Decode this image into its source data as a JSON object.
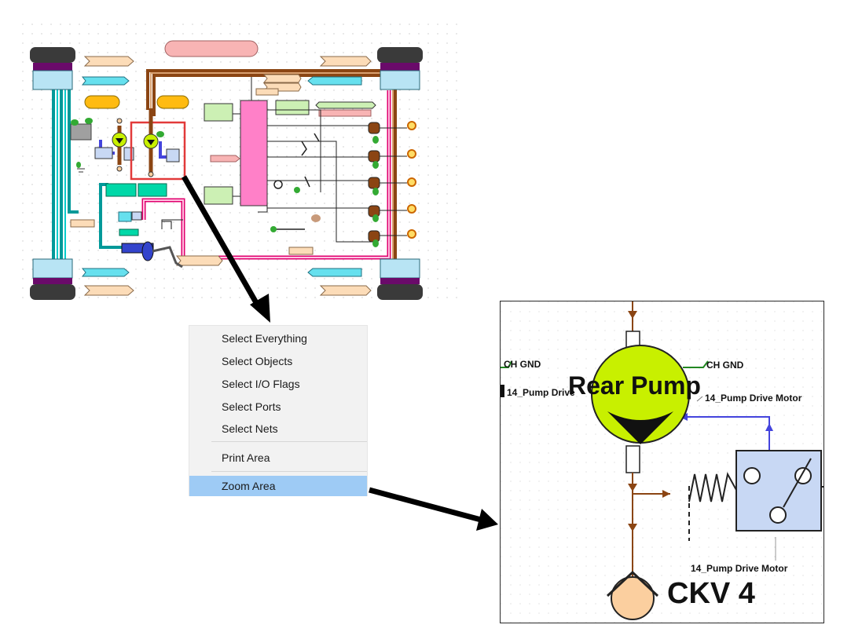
{
  "overview": {
    "icons": [
      "wheel-icon",
      "pump-icon",
      "valve-icon",
      "battery-icon",
      "ground-icon",
      "motor-icon",
      "lamp-icon",
      "switch-icon",
      "pedal-icon",
      "connector-icon",
      "flag-icon"
    ],
    "colors": {
      "hydraulic": "#8b4513",
      "pressure": "#e0006e",
      "cyan_line": "#009999",
      "frame": "#000000",
      "highlight_box": "#e23a3a",
      "controller": "#ff80c8",
      "module_green": "#ccf0b4",
      "module_teal": "#00d8a8",
      "flag_peach": "#fcdcb8",
      "flag_cyan": "#66e0ee",
      "wheel_purple": "#6a0a6a",
      "wheel_hub": "#b8e4f4",
      "pump_yellow": "#c8f000",
      "tank_orange": "#ffbb11"
    }
  },
  "context_menu": {
    "items": [
      "Select Everything",
      "Select Objects",
      "Select I/O Flags",
      "Select Ports",
      "Select Nets"
    ],
    "print_area": "Print Area",
    "zoom_area": "Zoom Area"
  },
  "zoom": {
    "gnd_left": "CH GND",
    "gnd_right": "CH GND",
    "pump_label": "Rear Pump",
    "motor_left": "14_Pump Drive",
    "motor_right": "14_Pump Drive Motor",
    "motor_bottom": "14_Pump Drive Motor",
    "valve_label": "CKV 4",
    "colors": {
      "pump_fill": "#c8f000",
      "hydraulic": "#8b4513",
      "signal": "#4444dd",
      "switch_box": "#c8d8f4",
      "valve_fill": "#fbcf9f",
      "ground_green": "#228822"
    }
  }
}
